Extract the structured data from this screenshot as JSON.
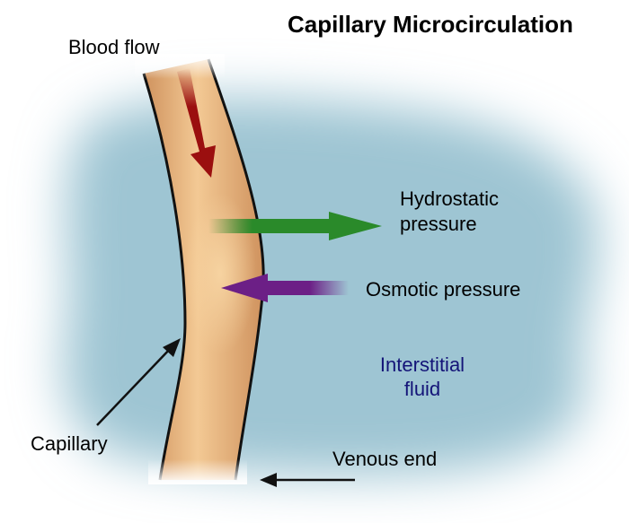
{
  "title": "Capillary Microcirculation",
  "labels": {
    "blood_flow": "Blood flow",
    "hydrostatic_line1": "Hydrostatic",
    "hydrostatic_line2": "pressure",
    "osmotic": "Osmotic pressure",
    "interstitial_line1": "Interstitial",
    "interstitial_line2": "fluid",
    "capillary": "Capillary",
    "venous_end": "Venous end"
  },
  "colors": {
    "fluid": "#9ec5d3",
    "vessel": "#d9a06e",
    "vessel_center": "#f5cf9a",
    "blood_flow_arrow": "#9b0f0f",
    "hydrostatic_arrow": "#2a8a2a",
    "osmotic_arrow": "#6c1f86",
    "interstitial_text": "#141478"
  },
  "icons": {
    "blood_flow": "down-arrow-icon",
    "hydrostatic": "right-arrow-icon",
    "osmotic": "left-arrow-icon"
  }
}
